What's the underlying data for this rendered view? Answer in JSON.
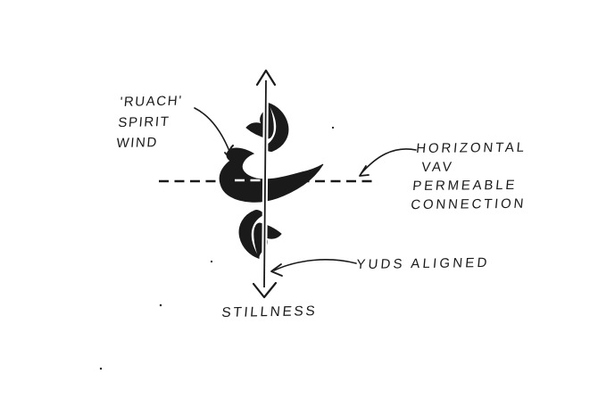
{
  "colors": {
    "paper": "#ffffff",
    "ink": "#1a1a1a"
  },
  "labels": {
    "ruach": {
      "line1": "'RUACH'",
      "line2": "SPIRIT",
      "line3": "WIND"
    },
    "horizontal_vav": {
      "line1": "HORIZONTAL",
      "line2": "VAV",
      "line3": "PERMEABLE",
      "line4": "CONNECTION"
    },
    "yuds_aligned": {
      "text": "YUDS ALIGNED"
    },
    "stillness": {
      "text": "STILLNESS"
    }
  },
  "glyphs": {
    "up_arrow": "upward arrowhead at top of vertical axis",
    "down_arrow": "downward arrowhead at bottom of vertical axis",
    "upper_yud": "upper yud calligraphic glyph on axis",
    "lower_yud": "lower yud calligraphic glyph on axis",
    "vav_swoosh": "horizontal vav brush-stroke crossing dashed line",
    "dashed_line": "horizontal dashed permeable-connection line"
  }
}
